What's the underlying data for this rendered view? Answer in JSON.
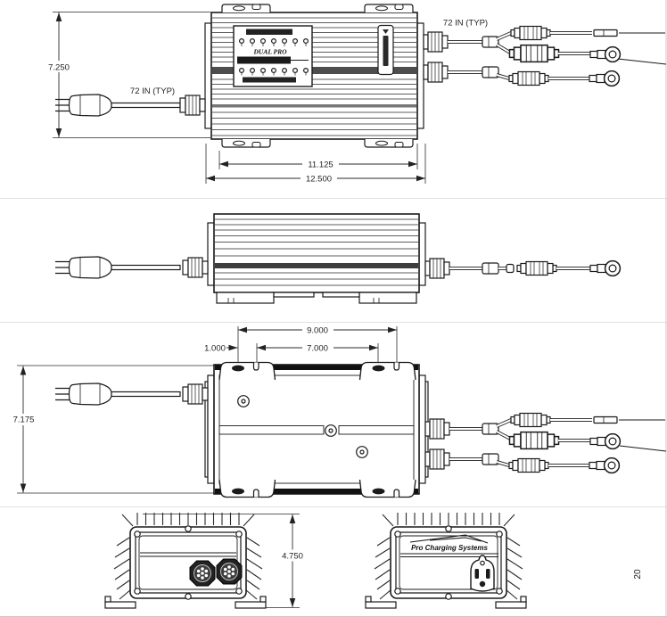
{
  "sheet": {
    "number": "20"
  },
  "top_view": {
    "dim_height": "7.250",
    "dim_body_width": "11.125",
    "dim_overall_width": "12.500",
    "ac_cord_label": "72 IN (TYP)",
    "dc_cord_label": "72 IN (TYP)",
    "faceplate_text": "DUAL PRO"
  },
  "bottom_view": {
    "dim_mount_span": "9.000",
    "dim_mount_pitch": "7.000",
    "dim_slot_offset": "1.000",
    "dim_height": "7.175"
  },
  "end_view": {
    "dim_height": "4.750",
    "brand": "Pro Charging Systems"
  }
}
